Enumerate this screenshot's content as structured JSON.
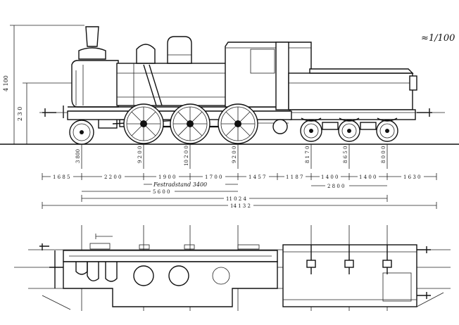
{
  "scale_note": "≈1/100",
  "height_labels": [
    "4 100",
    "2 3 0"
  ],
  "side_view": {
    "axle_loads": [
      "3 800",
      "9 2 0 0",
      "10 2 0 0",
      "9 2 0 0",
      "8 1 7 0",
      "8 6 5 0",
      "8 0 0 0"
    ]
  },
  "dimensions": {
    "segments": [
      "1 6 8 5",
      "2 2 0 0",
      "1 9 0 0",
      "1 7 0 0",
      "1 4 5 7",
      "1 1 8 7",
      "1 4 0 0",
      "1 4 0 0",
      "1 6 3 0"
    ],
    "tender_wheelbase": "2 8 0 0",
    "fixed_wheelbase": "Festradstand 3400",
    "engine_wheelbase": "5 6 0 0",
    "total_wheelbase": "11 0 2 4",
    "total_length": "14 1 3 2"
  }
}
